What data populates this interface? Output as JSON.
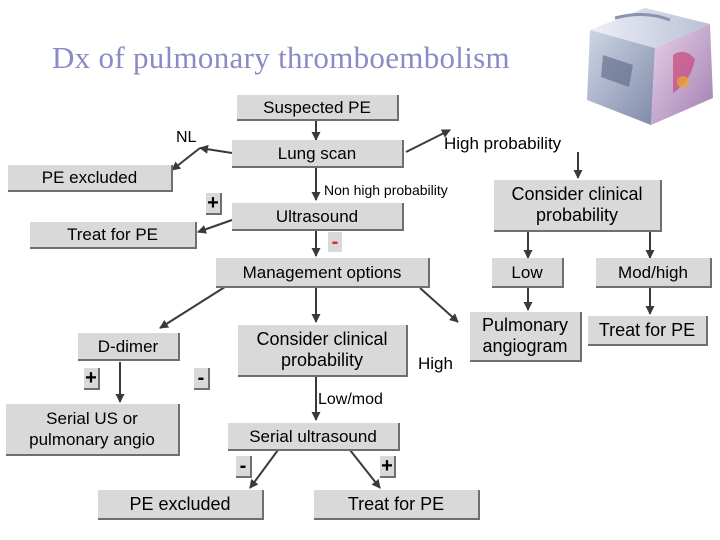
{
  "title": "Dx of pulmonary thromboembolism",
  "nodes": {
    "suspected_pe": "Suspected PE",
    "lung_scan": "Lung scan",
    "pe_excluded_top": "PE excluded",
    "treat_for_pe_left": "Treat for PE",
    "ultrasound": "Ultrasound",
    "consider_clinical_top_1": "Consider clinical",
    "consider_clinical_top_2": "probability",
    "management_options": "Management options",
    "low": "Low",
    "mod_high": "Mod/high",
    "pulmonary_angiogram_1": "Pulmonary",
    "pulmonary_angiogram_2": "angiogram",
    "treat_for_pe_right": "Treat for PE",
    "d_dimer": "D-dimer",
    "consider_clinical_mid_1": "Consider clinical",
    "consider_clinical_mid_2": "probability",
    "serial_us_1": "Serial US or",
    "serial_us_2": "pulmonary angio",
    "serial_ultrasound": "Serial ultrasound",
    "pe_excluded_bottom": "PE excluded",
    "treat_for_pe_bottom": "Treat for PE"
  },
  "edge_labels": {
    "nl": "NL",
    "high_probability": "High probability",
    "non_high_probability": "Non high probability",
    "high": "High",
    "low_mod": "Low/mod"
  },
  "symbols": {
    "ultrasound_plus": "+",
    "ultrasound_minus": "-",
    "ddimer_plus": "+",
    "ddimer_minus": "-",
    "serial_minus": "-",
    "serial_plus": "+"
  },
  "colors": {
    "title": "#8a8ac4",
    "box_fill": "#d9d9d9",
    "box_shadow": "#6f6f6f",
    "arrow": "#3a3a3a"
  }
}
